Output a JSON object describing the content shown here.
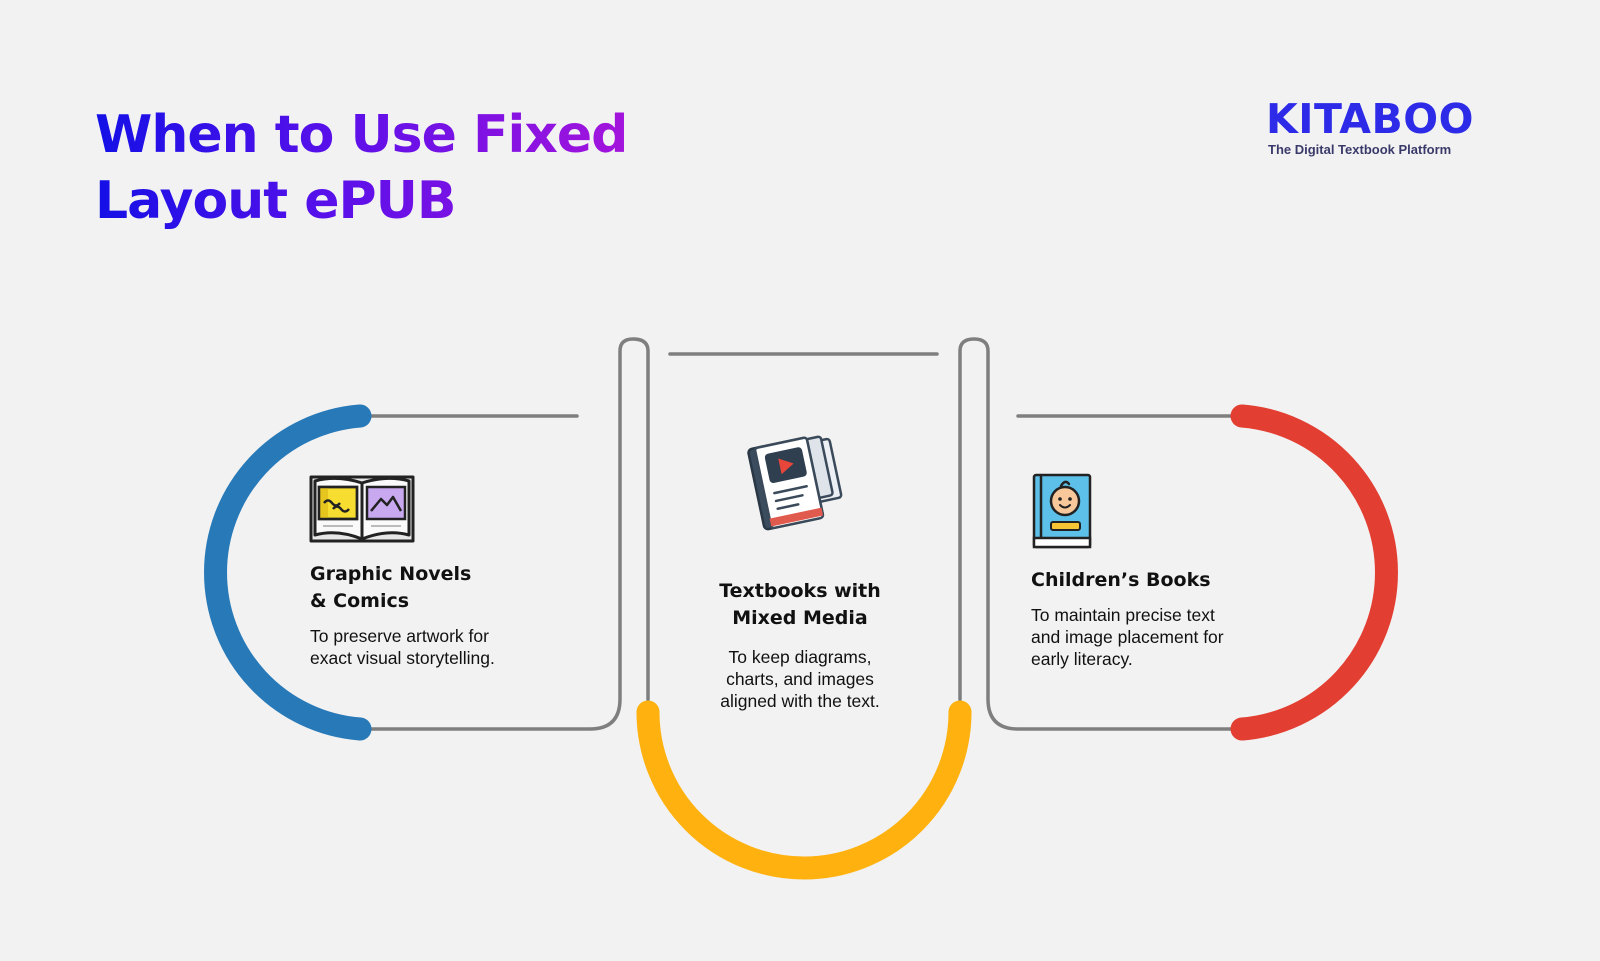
{
  "header": {
    "title_line1": "When to Use Fixed",
    "title_line2": "Layout ePUB"
  },
  "brand": {
    "name": "KITABOO",
    "tagline": "The Digital Textbook Platform"
  },
  "items": [
    {
      "title": "Graphic Novels\n& Comics",
      "description": "To preserve artwork for\nexact visual storytelling.",
      "icon": "open-comic-book-icon",
      "color": "#2879b8"
    },
    {
      "title": "Textbooks with\nMixed Media",
      "description": "To keep diagrams,\ncharts, and images\naligned with the text.",
      "icon": "multimedia-book-icon",
      "color": "#ffb20f"
    },
    {
      "title": "Children’s Books",
      "description": "To maintain precise text\nand image placement for\nearly literacy.",
      "icon": "childrens-book-icon",
      "color": "#e23e31"
    }
  ],
  "colors": {
    "title_gradient": [
      "#1410e6",
      "#a414dc"
    ],
    "brand": "#2d2be8",
    "connector_line": "#7f7f7f",
    "background": "#f2f2f2"
  }
}
